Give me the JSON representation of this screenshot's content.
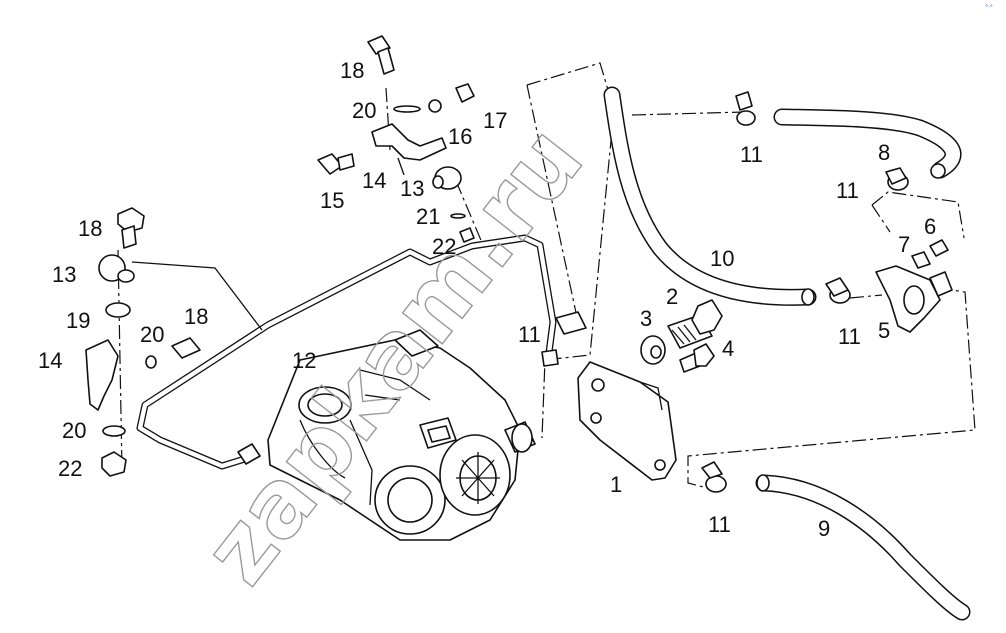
{
  "watermark": "zapkam.ru",
  "corner_mark": "°·°",
  "callouts": [
    {
      "id": "c-18a",
      "text": "18"
    },
    {
      "id": "c-20a",
      "text": "20"
    },
    {
      "id": "c-17",
      "text": "17"
    },
    {
      "id": "c-16",
      "text": "16"
    },
    {
      "id": "c-14a",
      "text": "14"
    },
    {
      "id": "c-13a",
      "text": "13"
    },
    {
      "id": "c-15",
      "text": "15"
    },
    {
      "id": "c-21",
      "text": "21"
    },
    {
      "id": "c-22a",
      "text": "22"
    },
    {
      "id": "c-18b",
      "text": "18"
    },
    {
      "id": "c-13b",
      "text": "13"
    },
    {
      "id": "c-19",
      "text": "19"
    },
    {
      "id": "c-20b",
      "text": "20"
    },
    {
      "id": "c-18c",
      "text": "18"
    },
    {
      "id": "c-14b",
      "text": "14"
    },
    {
      "id": "c-20c",
      "text": "20"
    },
    {
      "id": "c-22b",
      "text": "22"
    },
    {
      "id": "c-12",
      "text": "12"
    },
    {
      "id": "c-11a",
      "text": "11"
    },
    {
      "id": "c-10",
      "text": "10"
    },
    {
      "id": "c-3",
      "text": "3"
    },
    {
      "id": "c-2",
      "text": "2"
    },
    {
      "id": "c-4",
      "text": "4"
    },
    {
      "id": "c-1",
      "text": "1"
    },
    {
      "id": "c-11b",
      "text": "11"
    },
    {
      "id": "c-8",
      "text": "8"
    },
    {
      "id": "c-11c",
      "text": "11"
    },
    {
      "id": "c-7",
      "text": "7"
    },
    {
      "id": "c-6",
      "text": "6"
    },
    {
      "id": "c-11d",
      "text": "11"
    },
    {
      "id": "c-5",
      "text": "5"
    },
    {
      "id": "c-11e",
      "text": "11"
    },
    {
      "id": "c-9",
      "text": "9"
    }
  ]
}
